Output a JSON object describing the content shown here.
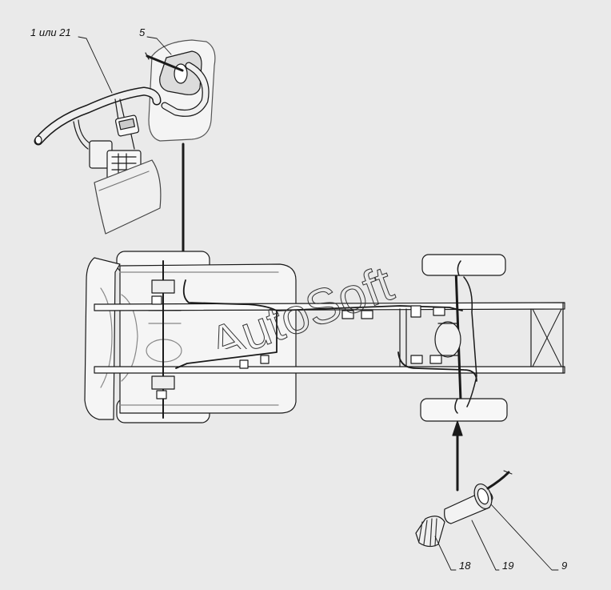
{
  "callouts": {
    "c1": "1 или 21",
    "c5": "5",
    "c18": "18",
    "c19": "19",
    "c9": "9"
  },
  "watermark": {
    "text": "AutoSoft"
  },
  "colors": {
    "background": "#eaeaea",
    "line": "#1a1a1a",
    "fill": "#f7f7f7"
  }
}
